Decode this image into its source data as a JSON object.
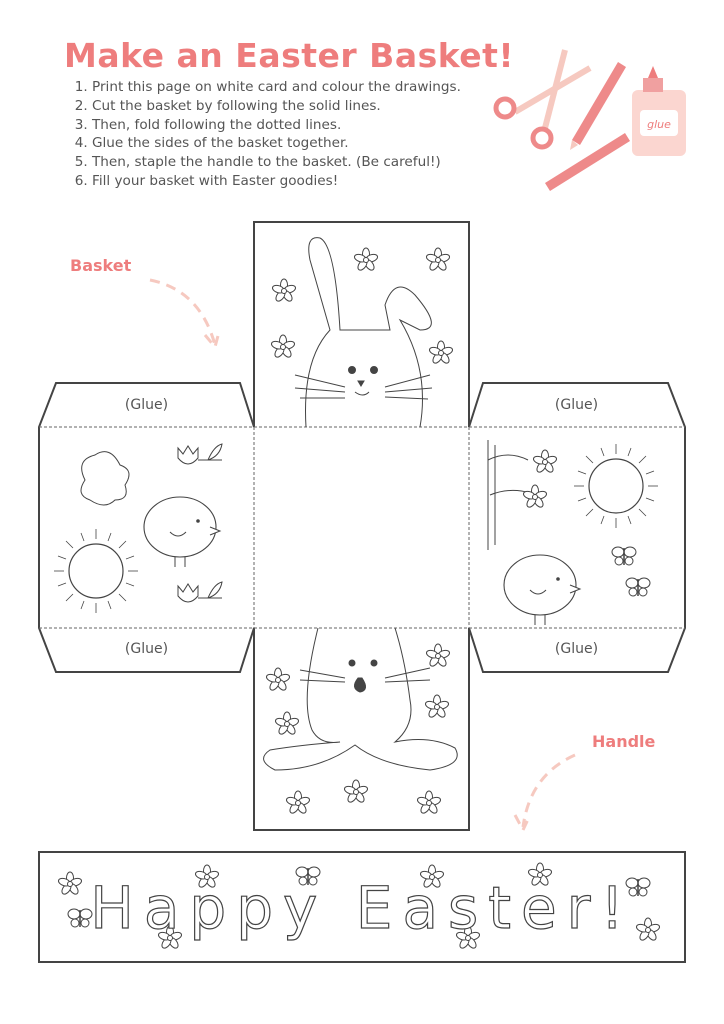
{
  "title": "Make an Easter Basket!",
  "instructions": [
    "Print this page on white card and colour the drawings.",
    "Cut the basket by following the solid lines.",
    "Then, fold following the dotted lines.",
    "Glue the sides of the basket together.",
    "Then, staple the handle to the basket. (Be careful!)",
    "Fill your basket with Easter goodies!"
  ],
  "labels": {
    "basket": "Basket",
    "handle": "Handle"
  },
  "glue_tabs": [
    "(Glue)",
    "(Glue)",
    "(Glue)",
    "(Glue)"
  ],
  "handle_text": "Happy Easter!",
  "supplies_glue_label": "glue",
  "colors": {
    "accent": "#ee7d7d",
    "line": "#444444"
  }
}
